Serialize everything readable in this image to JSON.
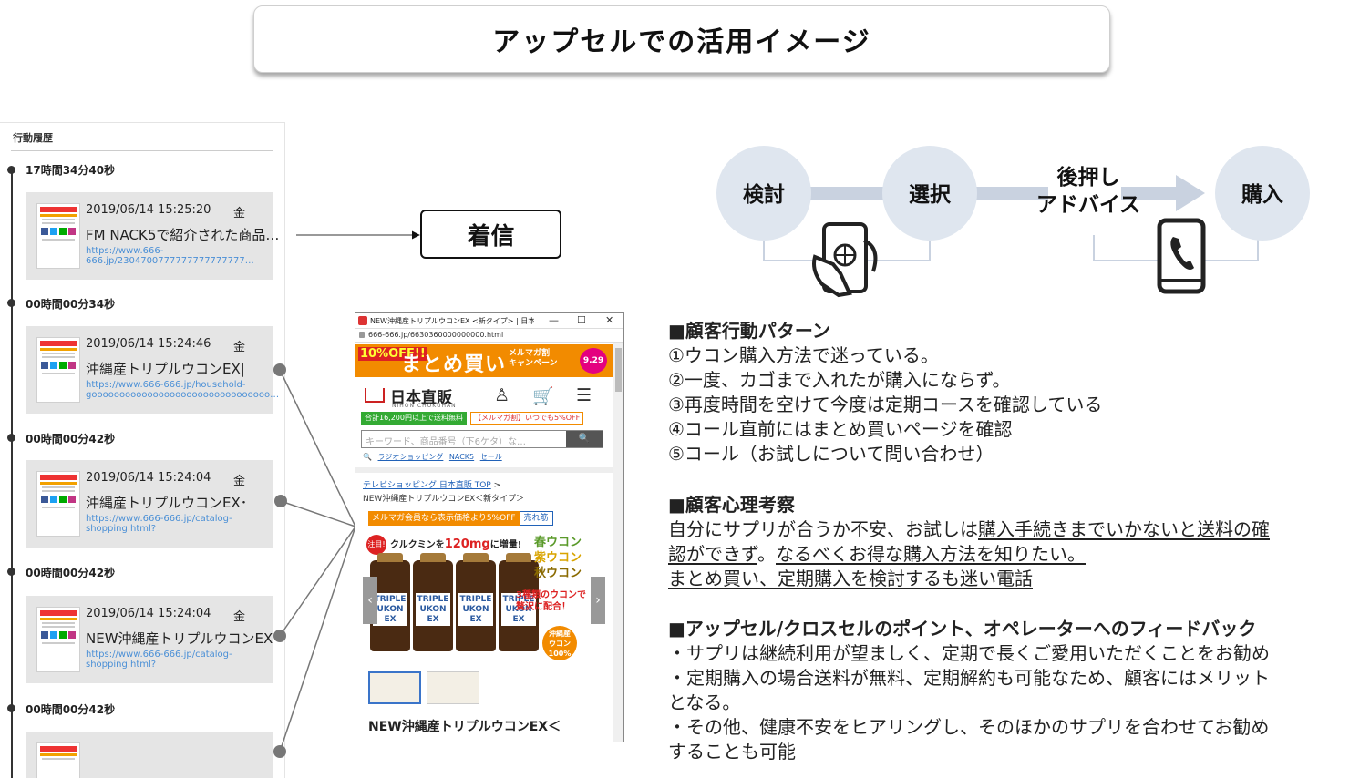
{
  "title": "アップセルでの活用イメージ",
  "history": {
    "panel_title": "行動履歴",
    "entries": [
      {
        "elapsed": "17時間34分40秒",
        "date": "2019/06/14 15:25:20",
        "weekday": "金",
        "name": "FM NACK5で紹介された商品…",
        "url": "https://www.666-666.jp/2304700777777777777777…"
      },
      {
        "elapsed": "00時間00分34秒",
        "date": "2019/06/14 15:24:46",
        "weekday": "金",
        "name": "沖縄産トリプルウコンEX|",
        "url": "https://www.666-666.jp/household-goooooooooooooooooooooooooooooooo…"
      },
      {
        "elapsed": "00時間00分42秒",
        "date": "2019/06/14 15:24:04",
        "weekday": "金",
        "name": "沖縄産トリプルウコンEX･",
        "url": "https://www.666-666.jp/catalog-shopping.html?"
      },
      {
        "elapsed": "00時間00分42秒",
        "date": "2019/06/14 15:24:04",
        "weekday": "金",
        "name": "NEW沖縄産トリプルウコンEX",
        "url": "https://www.666-666.jp/catalog-shopping.html?"
      },
      {
        "elapsed": "00時間00分42秒"
      }
    ]
  },
  "incoming_label": "着信",
  "browser": {
    "tab_title": "NEW沖縄産トリプルウコンEX <新タイプ> | 日本直販 -...",
    "window_controls": [
      "—",
      "☐",
      "✕"
    ],
    "address": "666-666.jp/6630360000000000.html",
    "banner": {
      "percent": "10%OFF!!",
      "main": "まとめ買い",
      "sub_line1": "メルマガ割",
      "sub_line2": "キャンペーン",
      "date": "9.29"
    },
    "logo": "日本直販",
    "logo_sub": "NIHON CHOKUHAN",
    "user_icon_glyph": "♙",
    "cart_icon_glyph": "🛒",
    "menu_icon_glyph": "☰",
    "promo_left": "合計16,200円以上で送料無料",
    "promo_right": "【メルマガ割】いつでも5%OFF",
    "search_placeholder": "キーワード、商品番号（下6ケタ）な…",
    "search_button": "🔍",
    "links": [
      "ラジオショッピング",
      "NACK5",
      "セール"
    ],
    "breadcrumb_link": "テレビショッピング 日本直販 TOP",
    "breadcrumb_sep": ">",
    "breadcrumb_current": "NEW沖縄産トリプルウコンEX＜新タイプ＞",
    "member_offer": "メルマガ会員なら表示価格より5%OFF",
    "bestseller": "売れ筋",
    "product": {
      "tag": "注目!",
      "headline_pre": "クルクミンを",
      "headline_em": "120mg",
      "headline_post": "に増量!",
      "bottle_label": "TRIPLE UKON EX",
      "type1": "春ウコン",
      "type2": "紫ウコン",
      "type3": "秋ウコン",
      "promo_line1": "3種類のウコンで",
      "promo_line2": "贅沢に配合！",
      "badge_line1": "沖縄産",
      "badge_line2": "ウコン",
      "badge_line3": "100%",
      "arrow_left": "‹",
      "arrow_right": "›"
    },
    "product_name": "NEW沖縄産トリプルウコンEX＜"
  },
  "flow": {
    "steps": [
      "検討",
      "選択",
      "後押し",
      "購入"
    ],
    "step3_line2": "アドバイス",
    "colors": {
      "circle": "#dfe6ef",
      "line": "#c9d2e0",
      "icon": "#222222"
    }
  },
  "customer_pattern": {
    "title": "■顧客行動パターン",
    "items": [
      "①ウコン購入方法で迷っている。",
      "②一度、カゴまで入れたが購入にならず。",
      "③再度時間を空けて今度は定期コースを確認している",
      "④コール直前にはまとめ買いページを確認",
      "⑤コール（お試しについて問い合わせ）"
    ]
  },
  "psychology": {
    "title": "■顧客心理考察",
    "line1_plain": "自分にサプリが合うか不安、お試しは",
    "line1_ul": "購入手続きまでいかないと送料の確",
    "line2_ul1": "認ができず",
    "line2_mid": "。",
    "line2_ul2": "なるべくお得な購入方法を知りたい。",
    "line3_ul": "まとめ買い、定期購入を検討するも迷い電話"
  },
  "feedback": {
    "title": "■アップセル/クロスセルのポイント、オペレーターへのフィードバック",
    "lines": [
      "・サプリは継続利用が望ましく、定期で長くご愛用いただくことをお勧め",
      "・定期購入の場合送料が無料、定期解約も可能なため、顧客にはメリット",
      "となる。",
      "・その他、健康不安をヒアリングし、そのほかのサプリを合わせてお勧め",
      "することも可能"
    ]
  }
}
